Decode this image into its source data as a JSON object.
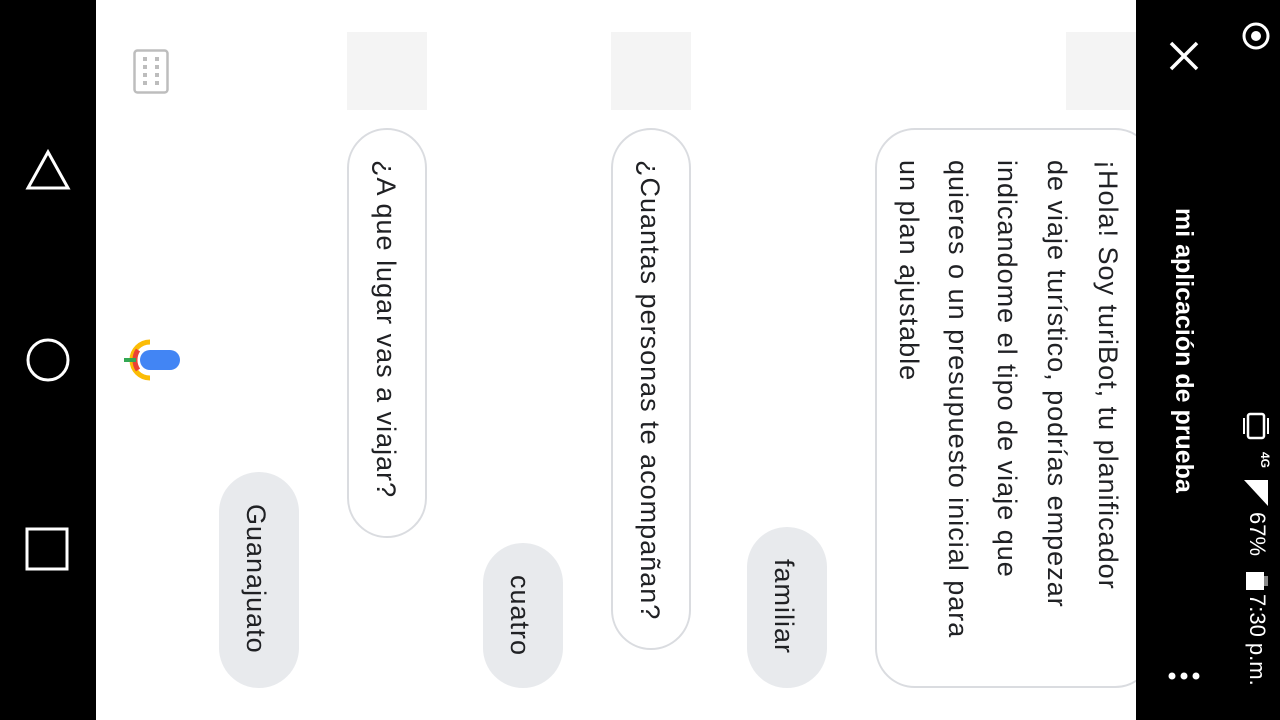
{
  "app_bar": {
    "title": "mi aplicación de prueba"
  },
  "status_bar": {
    "network": "4G",
    "battery": "67%",
    "time": "7:30 p.m."
  },
  "conversation": {
    "bot_messages": [
      "¡Hola! Soy turiBot, tu planificador",
      "de viaje turístico, podrías empezar",
      "indicandome el tipo de viaje que",
      "quieres o un presupuesto inicial para",
      "un plan ajustable"
    ],
    "question_people": "¿Cuantas personas te acompañan?",
    "question_place": "¿A que lugar vas a viajar?",
    "user_replies": {
      "reply_1": "familiar",
      "reply_2": "cuatro",
      "reply_3": "Guanajuato"
    }
  },
  "colors": {
    "accent_blue": "#4285f4",
    "google_red": "#ea4335",
    "google_yellow": "#fbbc05",
    "google_green": "#34a853"
  }
}
